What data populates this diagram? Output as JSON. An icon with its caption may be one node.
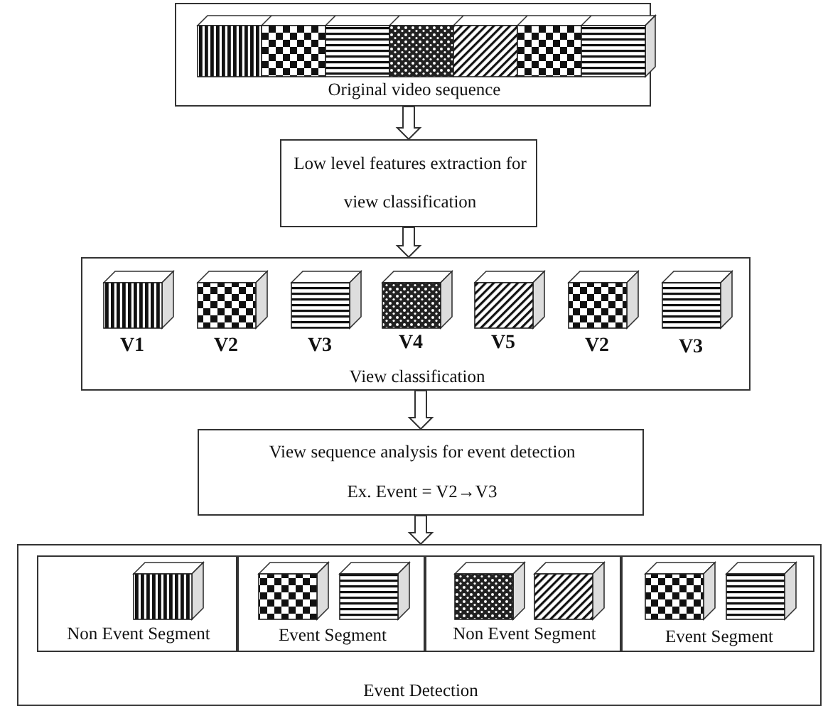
{
  "diagram": {
    "nodes": [
      {
        "text": [
          "Original video sequence"
        ]
      },
      {
        "text": [
          "Low level features extraction for view classification"
        ]
      },
      {
        "text": [
          "V1",
          "V2",
          "V3",
          "V4",
          "V5",
          "V2",
          "V3",
          "View classification"
        ]
      },
      {
        "text": [
          "View sequence analysis for event detection",
          "Ex. Event = V2→V3"
        ]
      },
      {
        "text": [
          "Event Detection"
        ]
      },
      {
        "text": [
          "Non Event Segment"
        ],
        "in": 4
      },
      {
        "text": [
          "Event Segment"
        ],
        "in": 4
      },
      {
        "text": [
          "Non Event Segment"
        ],
        "in": 4
      },
      {
        "text": [
          "Event Segment"
        ],
        "in": 4
      }
    ],
    "edges": [
      {
        "from": 0,
        "to": 1,
        "arrow": "to"
      },
      {
        "from": 1,
        "to": 2,
        "arrow": "to"
      },
      {
        "from": 2,
        "to": 3,
        "arrow": "to"
      },
      {
        "from": 3,
        "to": 4,
        "arrow": "to"
      }
    ]
  }
}
